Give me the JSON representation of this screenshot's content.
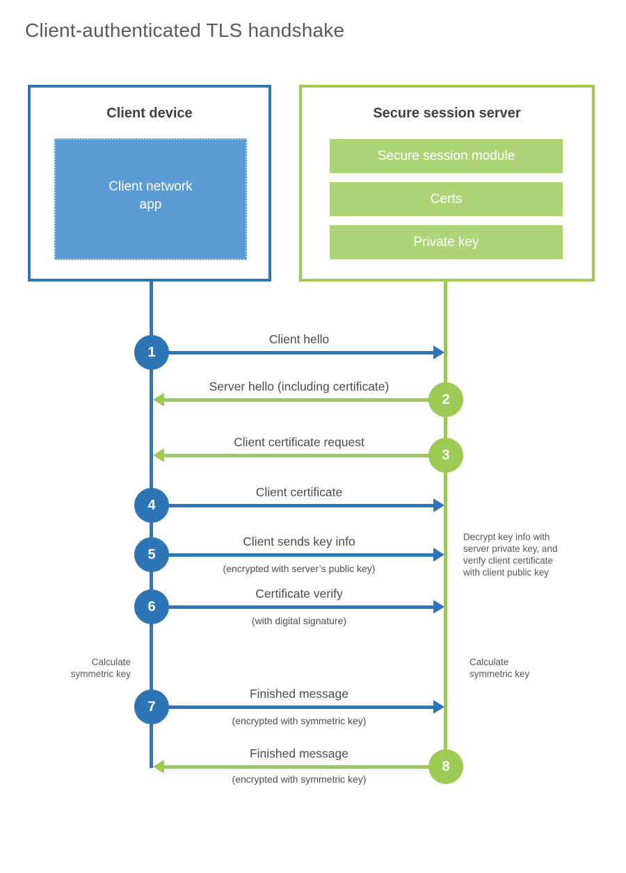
{
  "title": "Client-authenticated TLS handshake",
  "client": {
    "title": "Client device",
    "app": {
      "line1": "Client network",
      "line2": "app"
    }
  },
  "server": {
    "title": "Secure session server",
    "modules": [
      "Secure session module",
      "Certs",
      "Private key"
    ]
  },
  "steps": [
    {
      "num": "1",
      "label": "Client hello",
      "direction": "client-to-server"
    },
    {
      "num": "2",
      "label": "Server hello (including certificate)",
      "direction": "server-to-client"
    },
    {
      "num": "3",
      "label": "Client certificate request",
      "direction": "server-to-client"
    },
    {
      "num": "4",
      "label": "Client certificate",
      "direction": "client-to-server"
    },
    {
      "num": "5",
      "label": "Client sends key info",
      "sub": "(encrypted with server’s public key)",
      "direction": "client-to-server"
    },
    {
      "num": "6",
      "label": "Certificate verify",
      "sub": "(with digital signature)",
      "direction": "client-to-server"
    },
    {
      "num": "7",
      "label": "Finished message",
      "sub": "(encrypted with symmetric key)",
      "direction": "client-to-server"
    },
    {
      "num": "8",
      "label": "Finished message",
      "sub": "(encrypted with symmetric key)",
      "direction": "server-to-client"
    }
  ],
  "notes": {
    "decrypt": [
      "Decrypt key info with",
      "server private key, and",
      "verify client certificate",
      "with client public key"
    ],
    "calc_left": [
      "Calculate",
      "symmetric key"
    ],
    "calc_right": [
      "Calculate",
      "symmetric key"
    ]
  },
  "colors": {
    "blue": "#2e75b5",
    "light_blue": "#5b9bd5",
    "green": "#9cca52",
    "light_green": "#aed478"
  }
}
